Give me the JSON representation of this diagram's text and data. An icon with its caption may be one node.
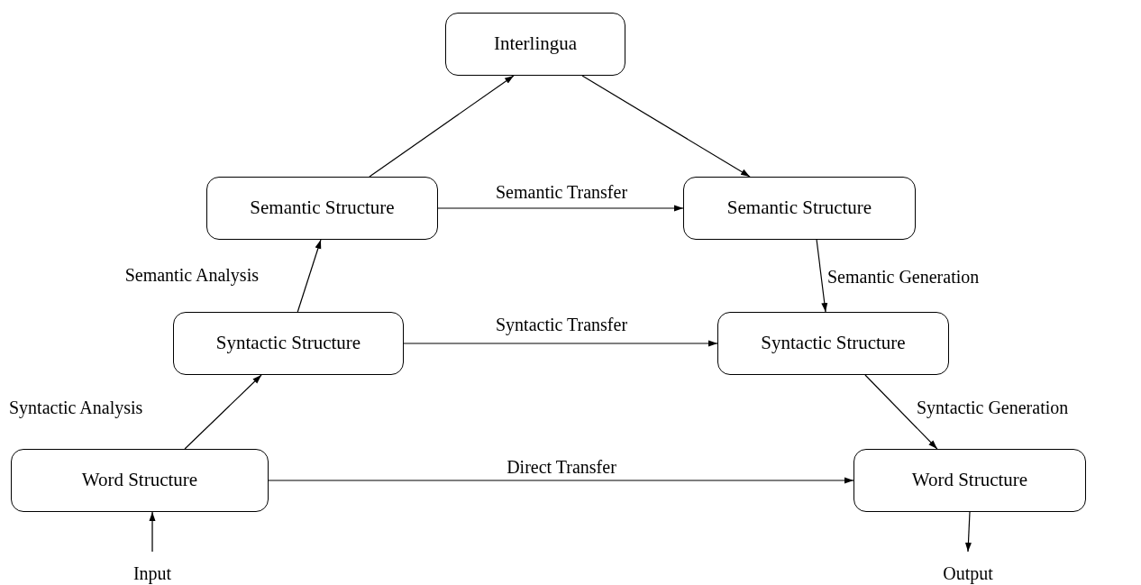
{
  "diagram": {
    "nodes": [
      {
        "text": [
          "Interlingua"
        ]
      },
      {
        "text": [
          "Semantic Structure"
        ]
      },
      {
        "text": [
          "Semantic Structure"
        ]
      },
      {
        "text": [
          "Syntactic Structure"
        ]
      },
      {
        "text": [
          "Syntactic Structure"
        ]
      },
      {
        "text": [
          "Word Structure"
        ]
      },
      {
        "text": [
          "Word Structure"
        ]
      },
      {
        "text": [
          "Input"
        ]
      },
      {
        "text": [
          "Output"
        ]
      }
    ],
    "edges": [
      {
        "from": 1,
        "to": 0,
        "arrow": "to"
      },
      {
        "from": 0,
        "to": 2,
        "arrow": "to"
      },
      {
        "from": 1,
        "to": 2,
        "arrow": "to",
        "label": "Semantic Transfer"
      },
      {
        "from": 3,
        "to": 1,
        "arrow": "to",
        "label": "Semantic Analysis"
      },
      {
        "from": 2,
        "to": 4,
        "arrow": "to",
        "label": "Semantic Generation"
      },
      {
        "from": 3,
        "to": 4,
        "arrow": "to",
        "label": "Syntactic Transfer"
      },
      {
        "from": 5,
        "to": 3,
        "arrow": "to",
        "label": "Syntactic Analysis"
      },
      {
        "from": 4,
        "to": 6,
        "arrow": "to",
        "label": "Syntactic Generation"
      },
      {
        "from": 5,
        "to": 6,
        "arrow": "to",
        "label": "Direct Transfer"
      },
      {
        "from": 7,
        "to": 5,
        "arrow": "to"
      },
      {
        "from": 6,
        "to": 8,
        "arrow": "to"
      }
    ]
  }
}
